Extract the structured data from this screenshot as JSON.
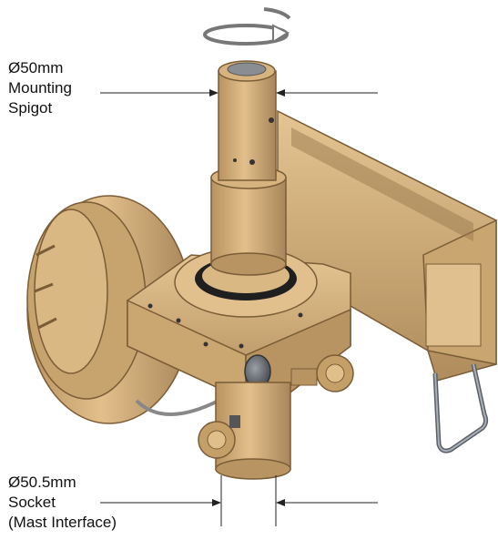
{
  "annotations": {
    "spigot": {
      "line1": "Ø50mm",
      "line2": "Mounting",
      "line3": "Spigot"
    },
    "socket": {
      "line1": "Ø50.5mm",
      "line2": "Socket",
      "line3": "(Mast Interface)"
    }
  },
  "colors": {
    "body": "#d8b27c",
    "body_dark": "#a8865a",
    "body_shadow": "#8a6a42",
    "gasket": "#2a2a2a",
    "glass": "#6a6a70",
    "handle": "#555a60",
    "leader": "#222222"
  }
}
